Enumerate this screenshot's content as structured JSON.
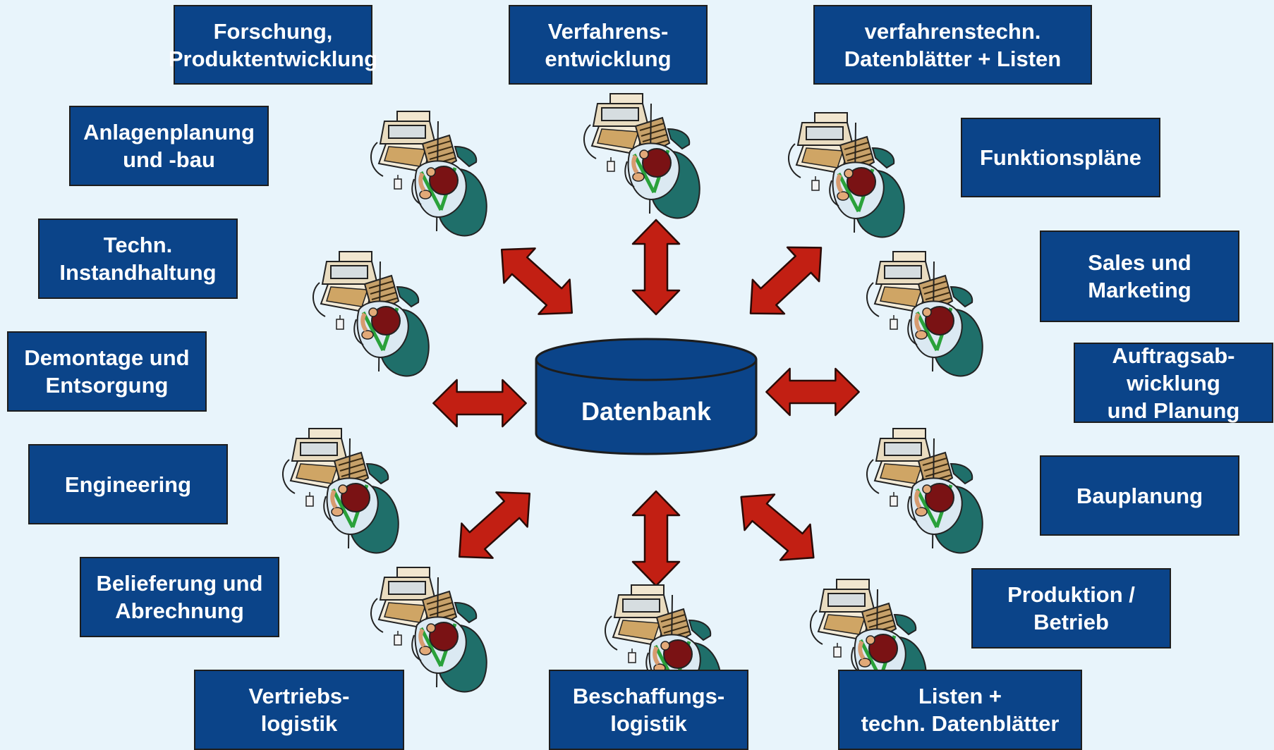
{
  "center": {
    "label": "Datenbank"
  },
  "colors": {
    "box_fill": "#0b4489",
    "box_text": "#ffffff",
    "arrow_fill": "#c21f13",
    "background": "#e8f4fb"
  },
  "departments": [
    {
      "id": "forschung",
      "lines": [
        "Forschung,",
        "Produktentwicklung"
      ]
    },
    {
      "id": "verfahrensentwicklung",
      "lines": [
        "Verfahrens-",
        "entwicklung"
      ]
    },
    {
      "id": "datenblaetter",
      "lines": [
        "verfahrenstechn.",
        "Datenblätter + Listen"
      ]
    },
    {
      "id": "anlagenplanung",
      "lines": [
        "Anlagenplanung",
        "und -bau"
      ]
    },
    {
      "id": "funktionsplaene",
      "lines": [
        "Funktionspläne"
      ]
    },
    {
      "id": "instandhaltung",
      "lines": [
        "Techn.",
        "Instandhaltung"
      ]
    },
    {
      "id": "sales",
      "lines": [
        "Sales und",
        "Marketing"
      ]
    },
    {
      "id": "demontage",
      "lines": [
        "Demontage und",
        "Entsorgung"
      ]
    },
    {
      "id": "auftragsabwicklung",
      "lines": [
        "Auftragsab-",
        "wicklung",
        "und Planung"
      ]
    },
    {
      "id": "engineering",
      "lines": [
        "Engineering"
      ]
    },
    {
      "id": "bauplanung",
      "lines": [
        "Bauplanung"
      ]
    },
    {
      "id": "belieferung",
      "lines": [
        "Belieferung und",
        "Abrechnung"
      ]
    },
    {
      "id": "produktion",
      "lines": [
        "Produktion /",
        "Betrieb"
      ]
    },
    {
      "id": "vertriebslogistik",
      "lines": [
        "Vertriebs-",
        "logistik"
      ]
    },
    {
      "id": "beschaffungslogistik",
      "lines": [
        "Beschaffungs-",
        "logistik"
      ]
    },
    {
      "id": "listen",
      "lines": [
        "Listen +",
        "techn. Datenblätter"
      ]
    }
  ],
  "workstation_icon": "computer-user-icon",
  "arrow_icon": "double-arrow-icon"
}
